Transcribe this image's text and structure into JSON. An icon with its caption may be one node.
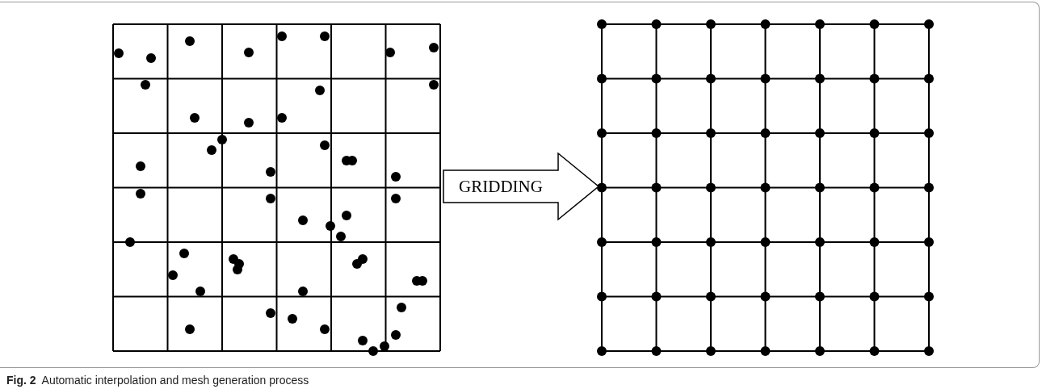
{
  "diagram": {
    "caption": "**Fig. 2**  Automatic interpolation and mesh generation process",
    "nodes": [
      {
        "text": [],
        "shape": "picture"
      },
      {
        "text": [],
        "shape": "picture"
      }
    ],
    "edges": [
      {
        "from": 0,
        "to": 1,
        "arrow": "to",
        "label": "GRIDDING"
      }
    ]
  }
}
